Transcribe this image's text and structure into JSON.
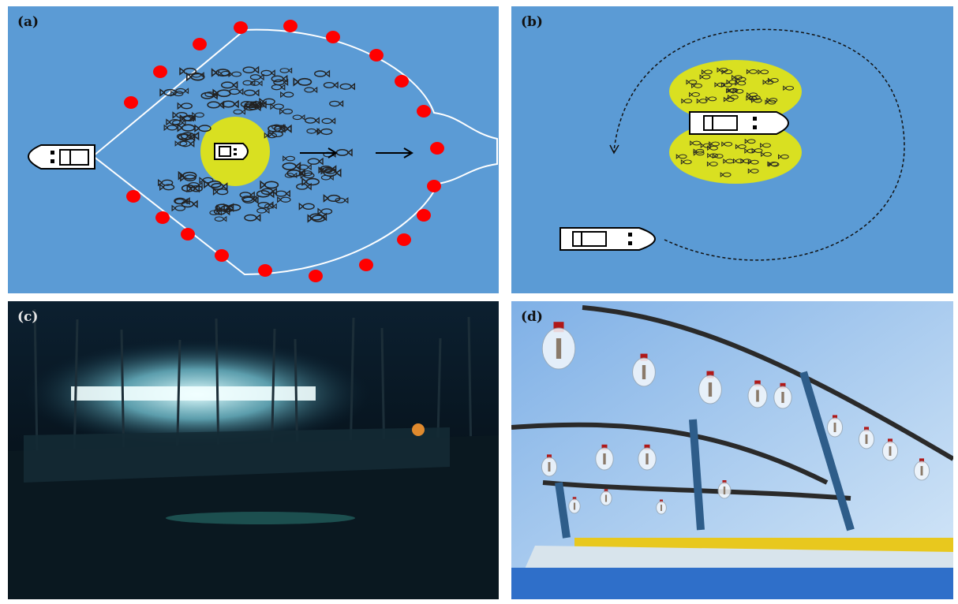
{
  "panels": [
    {
      "id": "a",
      "label": "(a)"
    },
    {
      "id": "b",
      "label": "(b)"
    },
    {
      "id": "c",
      "label": "(c)"
    },
    {
      "id": "d",
      "label": "(d)"
    }
  ],
  "colors": {
    "sea": "#5b9bd5",
    "float": "#ff0000",
    "light_zone": "#d9e021",
    "net_line": "#ffffff",
    "fish_outline": "#222222"
  },
  "icons": [
    "boat-icon",
    "fish-icon",
    "float-icon",
    "arrow-icon",
    "light-bulb-icon"
  ]
}
